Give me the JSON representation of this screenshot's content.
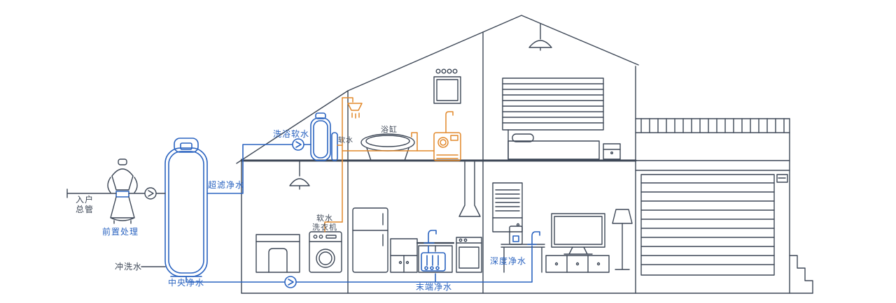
{
  "diagram": {
    "title": "whole-house water purification cutaway diagram",
    "colors": {
      "line": "#3d4756",
      "blue": "#2a63c0",
      "orange": "#e2882a",
      "background": "#ffffff"
    },
    "labels": {
      "inlet_l1": "入户",
      "inlet_l2": "总管",
      "pre_treatment": "前置处理",
      "flush_water": "冲洗水",
      "central_purifier": "中央净水",
      "ultra_filtration": "超滤净水",
      "bath_softener": "洗浴软水",
      "soft_water": "软水",
      "bathtub": "浴缸",
      "soft_washer_l1": "软水",
      "soft_washer_l2": "洗衣机",
      "terminal_purifier": "末端净水",
      "deep_purifier": "深度净水"
    }
  }
}
